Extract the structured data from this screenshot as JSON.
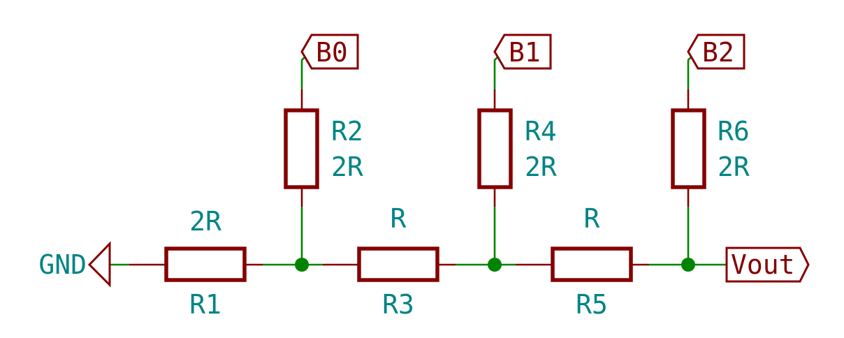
{
  "colors": {
    "wire": "#008400",
    "component": "#840000",
    "text_cyan": "#008484",
    "text_port": "#840000"
  },
  "power": {
    "gnd_label": "GND"
  },
  "ports": {
    "b0": "B0",
    "b1": "B1",
    "b2": "B2",
    "vout": "Vout"
  },
  "resistors": {
    "r1": {
      "ref": "R1",
      "value": "2R"
    },
    "r2": {
      "ref": "R2",
      "value": "2R"
    },
    "r3": {
      "ref": "R3",
      "value": "R"
    },
    "r4": {
      "ref": "R4",
      "value": "2R"
    },
    "r5": {
      "ref": "R5",
      "value": "R"
    },
    "r6": {
      "ref": "R6",
      "value": "2R"
    }
  }
}
